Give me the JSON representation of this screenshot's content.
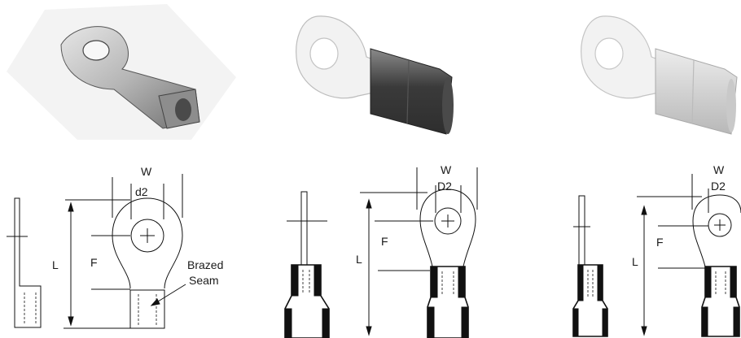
{
  "photos": [
    {
      "name": "non-insulated-ring-terminal",
      "colors": {
        "metal_light": "#d8d8d8",
        "metal_dark": "#6f6f6f"
      }
    },
    {
      "name": "insulated-ring-terminal-dark",
      "colors": {
        "ring": "#f2f2f2",
        "sleeve_light": "#8a8a8a",
        "sleeve_dark": "#2e2e2e"
      }
    },
    {
      "name": "insulated-ring-terminal-clear",
      "colors": {
        "ring": "#f2f2f2",
        "sleeve_light": "#e4e4e4",
        "sleeve_dark": "#b8b8b8"
      }
    }
  ],
  "drawings": [
    {
      "W": "W",
      "D": "d2",
      "F": "F",
      "L": "L",
      "note_line1": "Brazed",
      "note_line2": "Seam"
    },
    {
      "W": "W",
      "D": "D2",
      "F": "F",
      "L": "L"
    },
    {
      "W": "W",
      "D": "D2",
      "F": "F",
      "L": "L"
    }
  ]
}
